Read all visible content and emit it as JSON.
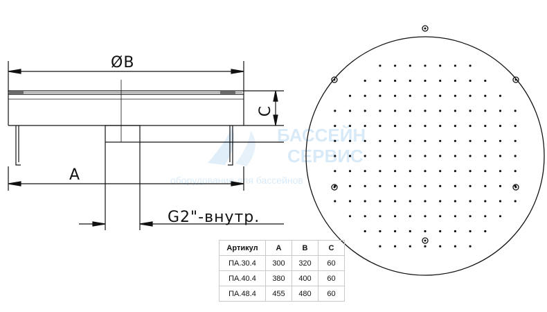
{
  "labels": {
    "diameter_b": "ØB",
    "a": "A",
    "c": "C",
    "thread": "G2\"-внутр."
  },
  "watermark": {
    "line1": "БАССЕЙН",
    "line2": "СЕРВИС",
    "line3": "оборудование для бассейнов"
  },
  "table": {
    "headers": [
      "Артикул",
      "A",
      "B",
      "C"
    ],
    "rows": [
      [
        "ПА.30.4",
        "300",
        "320",
        "60"
      ],
      [
        "ПА.40.4",
        "380",
        "400",
        "60"
      ],
      [
        "ПА.48.4",
        "455",
        "480",
        "60"
      ]
    ]
  },
  "colors": {
    "line": "#111111",
    "watermark": "#2f8ed8",
    "grid": "#c9c9c9"
  }
}
